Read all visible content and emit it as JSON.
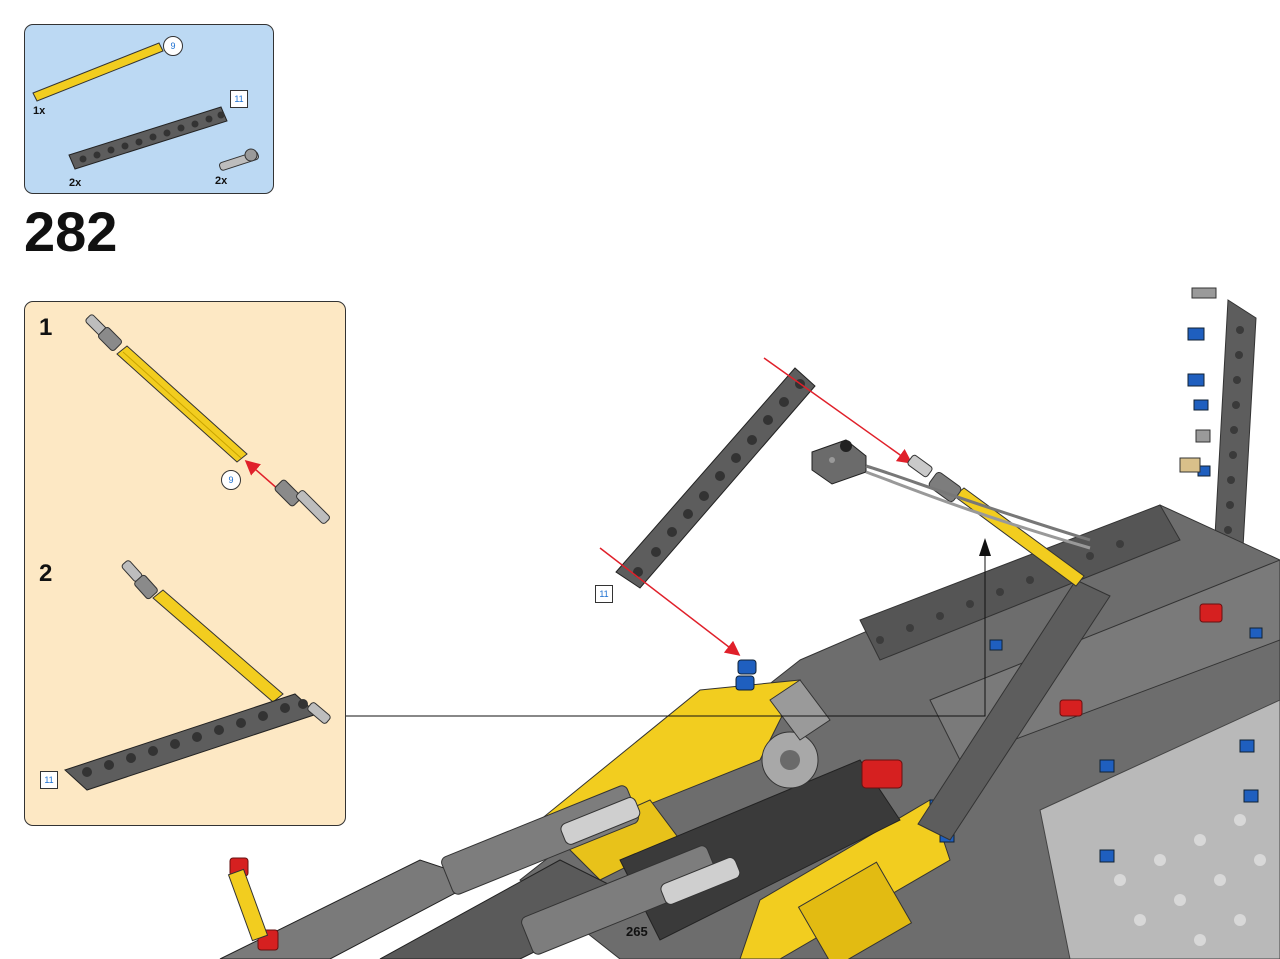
{
  "parts_list": {
    "items": [
      {
        "part": "yellow axle",
        "length": "9",
        "quantity": "1x"
      },
      {
        "part": "dark gray beam",
        "length": "11",
        "quantity": "2x"
      },
      {
        "part": "light gray pin",
        "quantity": "2x"
      }
    ]
  },
  "step": {
    "number": "282"
  },
  "sub_steps": [
    {
      "label": "1",
      "length_callout": "9"
    },
    {
      "label": "2",
      "length_callout": "11"
    }
  ],
  "main_callout": {
    "length": "11"
  },
  "page": {
    "number": "265"
  },
  "colors": {
    "parts_bg": "#bcd9f3",
    "substep_bg": "#fde8c4",
    "yellow": "#f2cd1f",
    "dark_gray": "#5d5d5d",
    "red_arrow": "#e0202a",
    "blue_pin": "#1f5fbf"
  }
}
